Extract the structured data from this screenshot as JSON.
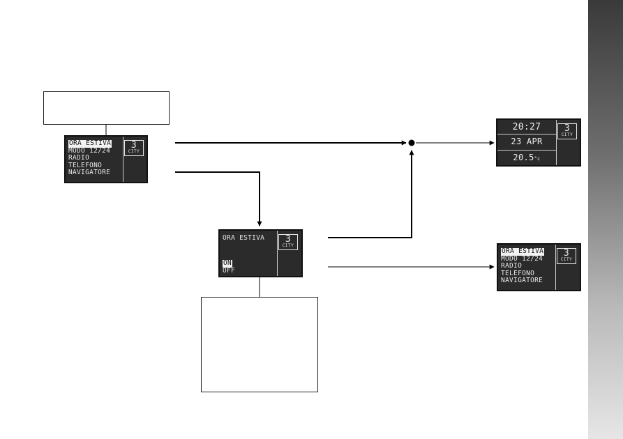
{
  "menu_screen": {
    "items": [
      "ORA ESTIVA",
      "MODO 12/24",
      "RADIO",
      "TELEFONO",
      "NAVIGATORE"
    ],
    "selected_index": 0,
    "gear": "3",
    "mode": "CITY"
  },
  "toggle_screen": {
    "title": "ORA ESTIVA",
    "options": [
      "ON",
      "OFF"
    ],
    "selected_index": 0,
    "gear": "3",
    "mode": "CITY"
  },
  "home_screen": {
    "time": "20:27",
    "date": "23 APR",
    "temp_value": "20.5",
    "temp_unit": "°c",
    "gear": "3",
    "mode": "CITY"
  },
  "result_menu_screen": {
    "items": [
      "ORA ESTIVA",
      "MODO 12/24",
      "RADIO",
      "TELEFONO",
      "NAVIGATORE"
    ],
    "selected_index": 0,
    "gear": "3",
    "mode": "CITY"
  },
  "colors": {
    "lcd_background": "#2b2b2b",
    "lcd_text": "#e8e8e8",
    "line": "#000000"
  }
}
